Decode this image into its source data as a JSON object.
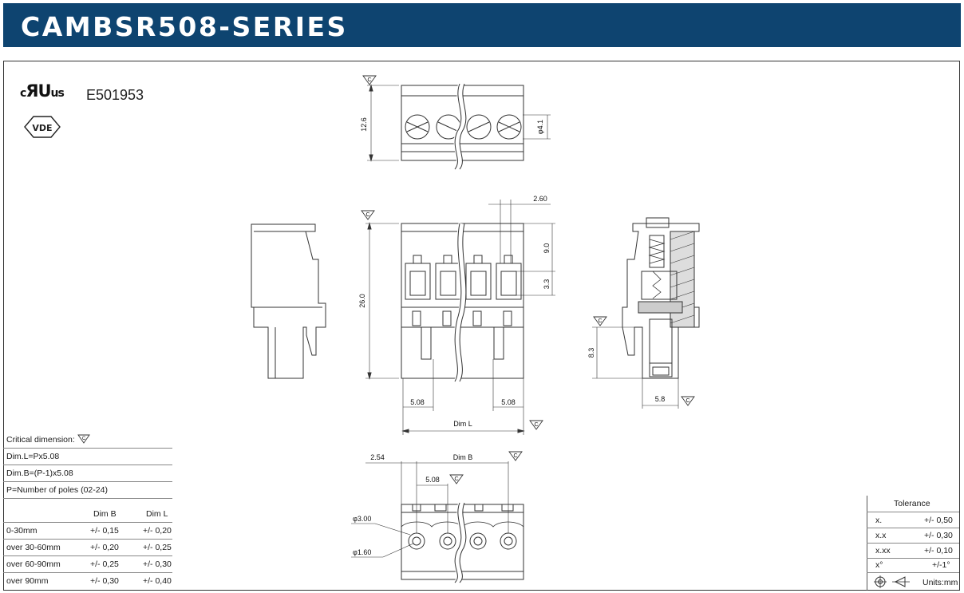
{
  "header": {
    "title": "CAMBSR508-SERIES",
    "color": "#0e4470"
  },
  "certification": {
    "ul_mark": "c",
    "ul_core": "ЯU",
    "ul_suffix": "us",
    "number": "E501953",
    "vde": "VDE"
  },
  "dimensions": {
    "d12_6": "12.6",
    "phi4_1": "φ4.1",
    "d2_60": "2.60",
    "d9_0": "9.0",
    "d3_3": "3.3",
    "d26_0": "26.0",
    "d5_08_left": "5.08",
    "d5_08_right": "5.08",
    "dim_l": "Dim L",
    "d8_3": "8.3",
    "d5_8": "5.8",
    "d2_54": "2.54",
    "dim_b": "Dim B",
    "d5_08_bottom": "5.08",
    "phi3_00": "φ3.00",
    "phi1_60": "φ1.60",
    "critical_symbol": "C"
  },
  "specs": {
    "critical": "Critical dimension:",
    "dim_l_formula": "Dim.L=Px5.08",
    "dim_b_formula": "Dim.B=(P-1)x5.08",
    "poles": "P=Number of poles (02-24)"
  },
  "length_table": {
    "headers": [
      "Dim B",
      "Dim L"
    ],
    "rows": [
      {
        "range": "0-30mm",
        "b": "+/- 0,15",
        "l": "+/- 0,20"
      },
      {
        "range": "over 30-60mm",
        "b": "+/- 0,20",
        "l": "+/- 0,25"
      },
      {
        "range": "over 60-90mm",
        "b": "+/- 0,25",
        "l": "+/- 0,30"
      },
      {
        "range": "over 90mm",
        "b": "+/- 0,30",
        "l": "+/- 0,40"
      }
    ]
  },
  "tolerance": {
    "title": "Tolerance",
    "rows": [
      {
        "k": "x.",
        "v": "+/- 0,50"
      },
      {
        "k": "x.x",
        "v": "+/- 0,30"
      },
      {
        "k": "x.xx",
        "v": "+/- 0,10"
      },
      {
        "k": "x°",
        "v": "+/-1°"
      }
    ],
    "units": "Units:mm"
  }
}
